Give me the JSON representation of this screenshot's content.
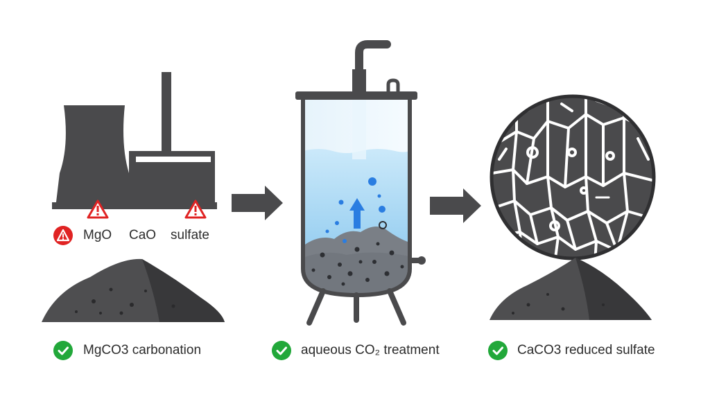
{
  "left_panel": {
    "warning_labels": [
      "MgO",
      "CaO",
      "sulfate"
    ],
    "result_label": "MgCO3  carbonation"
  },
  "middle_panel": {
    "result_label": "aqueous CO₂ treatment"
  },
  "right_panel": {
    "result_label": "CaCO3  reduced sulfate"
  },
  "colors": {
    "dark_gray": "#4a4a4c",
    "warning_red": "#e02323",
    "check_green": "#22a83a",
    "water_blue": "#9fd4f2",
    "bubble_blue": "#2a7de1"
  }
}
